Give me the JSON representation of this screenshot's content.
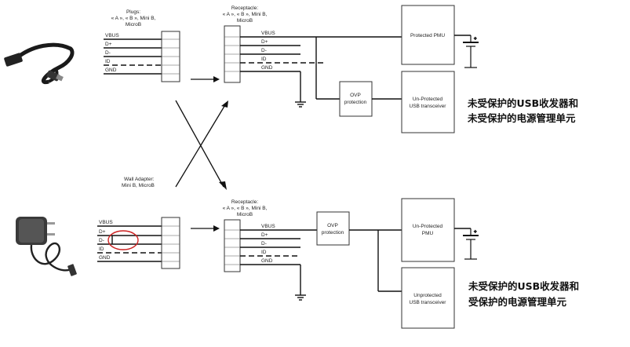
{
  "top": {
    "plug_label": [
      "Plugs:",
      "« A », « B », Mini B,",
      "MicroB"
    ],
    "receptacle_label": [
      "Receptacle:",
      "« A », « B », Mini B,",
      "MicroB"
    ],
    "plug_pins": [
      "VBUS",
      "D+",
      "D-",
      "ID",
      "GND"
    ],
    "receptacle_pins": [
      "VBUS",
      "D+",
      "D-",
      "ID",
      "GND"
    ],
    "pmu_box": "Protected PMU",
    "ovp_box": [
      "OVP",
      "protection"
    ],
    "transceiver_box": [
      "Un-Protected",
      "USB transceiver"
    ],
    "caption": [
      "未受保护的USB收发器和",
      "未受保护的电源管理单元"
    ]
  },
  "bottom": {
    "adapter_label": [
      "Wall Adapter:",
      "Mini B, MicroB"
    ],
    "receptacle_label": [
      "Receptacle:",
      "« A », « B », Mini B,",
      "MicroB"
    ],
    "adapter_pins": [
      "VBUS",
      "D+",
      "D-",
      "ID",
      "GND"
    ],
    "receptacle_pins": [
      "VBUS",
      "D+",
      "D-",
      "ID",
      "GND"
    ],
    "ovp_box": [
      "OVP",
      "protection"
    ],
    "pmu_box": [
      "Un-Protected",
      "PMU"
    ],
    "transceiver_box": [
      "Unprotected",
      "USB transceiver"
    ],
    "caption": [
      "未受保护的USB收发器和",
      "受保护的电源管理单元"
    ]
  },
  "colors": {
    "line": "#111111",
    "highlight_circle": "#cc2222",
    "box_stroke": "#333333"
  },
  "icons": [
    "usb-cable-icon",
    "wall-adapter-icon",
    "battery-icon",
    "ground-icon"
  ]
}
